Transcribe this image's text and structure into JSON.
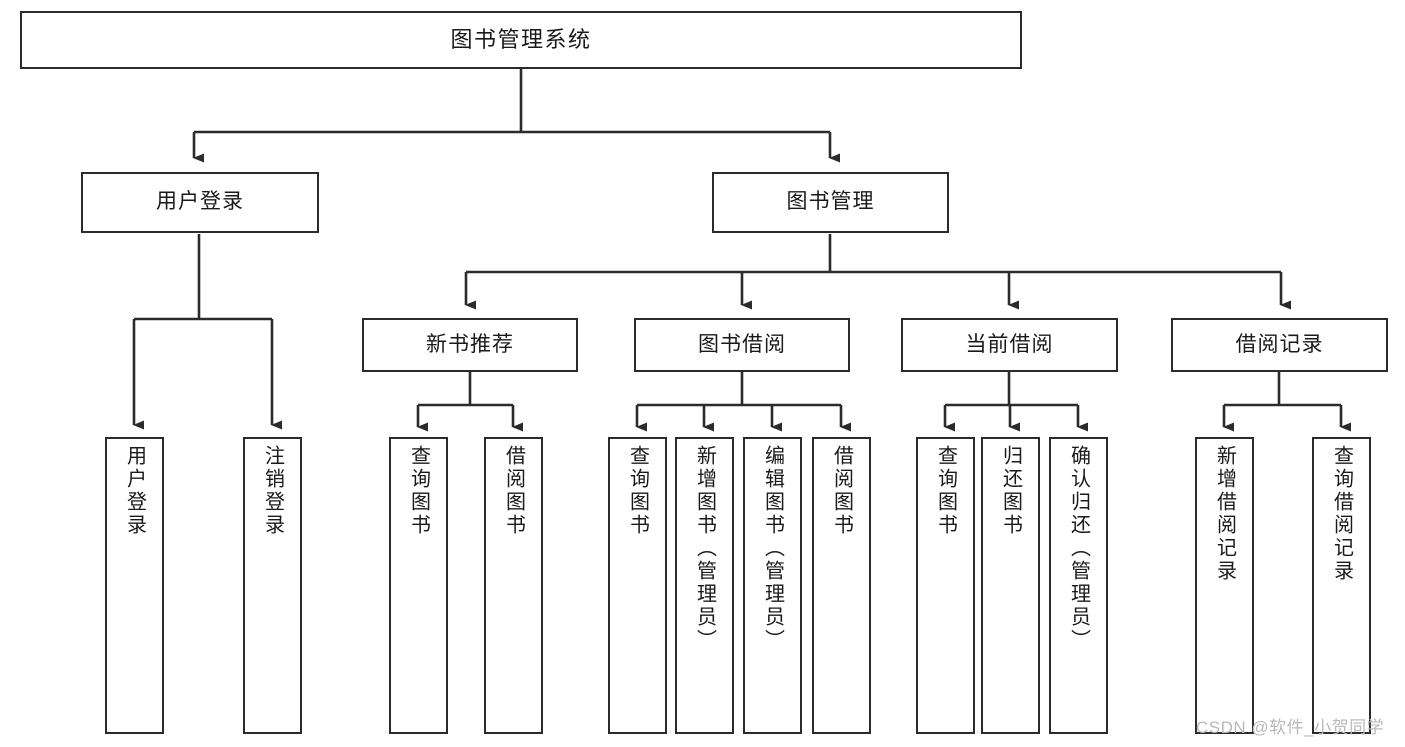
{
  "diagram": {
    "title": "图书管理系统",
    "type": "tree-structure-chart",
    "watermark": "CSDN @软件_小贺同学",
    "colors": {
      "stroke": "#2b2b2b",
      "fill": "#ffffff",
      "text": "#1a1a1a",
      "watermark": "#b9b9b9",
      "background": "#ffffff"
    },
    "root": {
      "label": "图书管理系统"
    },
    "level1": [
      {
        "label": "用户登录"
      },
      {
        "label": "图书管理"
      }
    ],
    "level2": [
      {
        "label": "新书推荐"
      },
      {
        "label": "图书借阅"
      },
      {
        "label": "当前借阅"
      },
      {
        "label": "借阅记录"
      }
    ],
    "leaves": {
      "user_login": [
        {
          "label": "用户登录"
        },
        {
          "label": "注销登录"
        }
      ],
      "new_book_recommend": [
        {
          "label": "查询图书"
        },
        {
          "label": "借阅图书"
        }
      ],
      "book_borrow": [
        {
          "label": "查询图书"
        },
        {
          "label": "新增图书（管理员）"
        },
        {
          "label": "编辑图书（管理员）"
        },
        {
          "label": "借阅图书"
        }
      ],
      "current_borrow": [
        {
          "label": "查询图书"
        },
        {
          "label": "归还图书"
        },
        {
          "label": "确认归还（管理员）"
        }
      ],
      "borrow_record": [
        {
          "label": "新增借阅记录"
        },
        {
          "label": "查询借阅记录"
        }
      ]
    }
  }
}
